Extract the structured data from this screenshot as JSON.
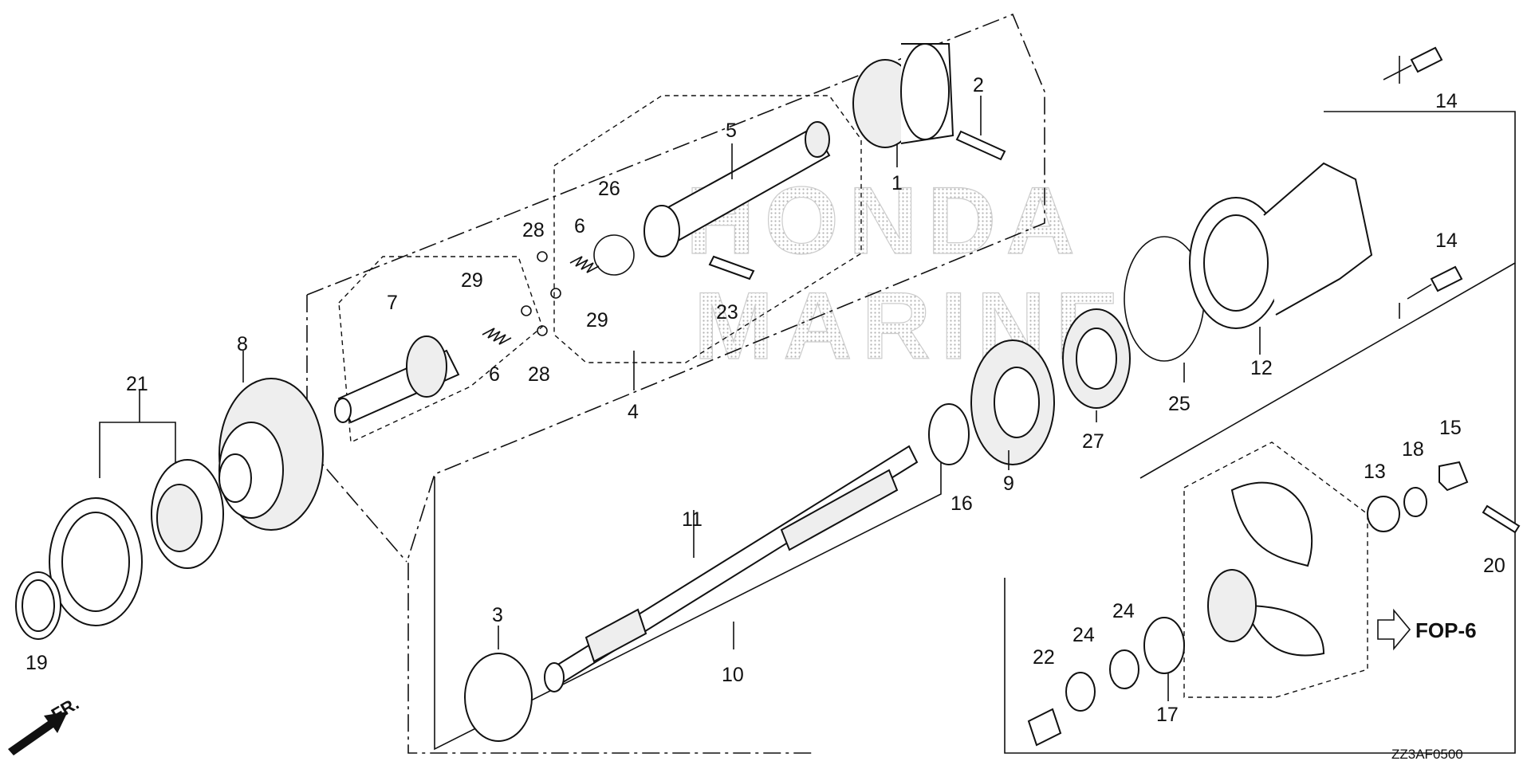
{
  "watermark": {
    "line1": "HONDA",
    "line2": "MARINE"
  },
  "callouts": {
    "c1": "1",
    "c2": "2",
    "c3": "3",
    "c4": "4",
    "c5": "5",
    "c6a": "6",
    "c6b": "6",
    "c7": "7",
    "c8": "8",
    "c9": "9",
    "c10": "10",
    "c11": "11",
    "c12": "12",
    "c13": "13",
    "c14a": "14",
    "c14b": "14",
    "c15": "15",
    "c16": "16",
    "c17": "17",
    "c18": "18",
    "c19": "19",
    "c20": "20",
    "c21": "21",
    "c22": "22",
    "c23": "23",
    "c24a": "24",
    "c24b": "24",
    "c25": "25",
    "c26": "26",
    "c27": "27",
    "c28a": "28",
    "c28b": "28",
    "c29a": "29",
    "c29b": "29"
  },
  "reference": {
    "fop_label": "FOP-6",
    "front_label": "FR.",
    "diagram_code": "ZZ3AF0500"
  },
  "icons": {
    "front_arrow": "arrow-down-left-icon",
    "reference_arrow": "arrow-right-outline-icon"
  }
}
